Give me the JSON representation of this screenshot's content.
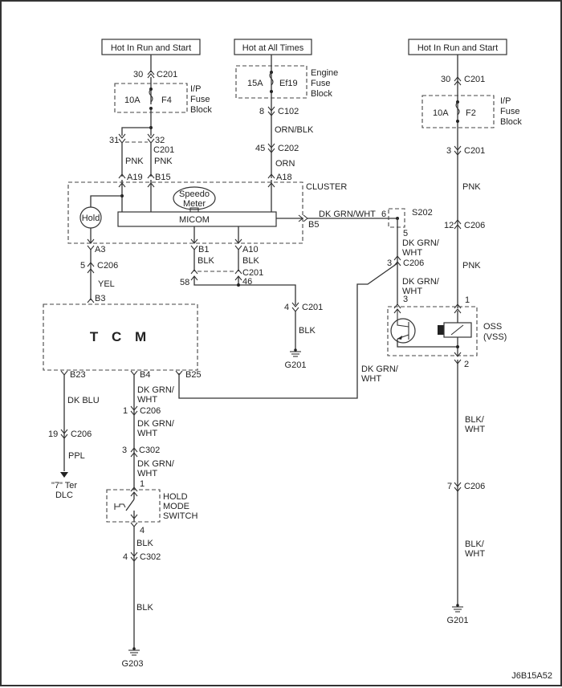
{
  "diagram": {
    "figure_id": "J6B15A52",
    "power_sources": [
      {
        "label": "Hot In Run and Start"
      },
      {
        "label": "Hot at All Times"
      },
      {
        "label": "Hot In Run and Start"
      }
    ],
    "fuse_blocks": [
      {
        "rating": "10A",
        "fuse": "F4",
        "block_label": [
          "I/P",
          "Fuse",
          "Block"
        ]
      },
      {
        "rating": "15A",
        "fuse": "Ef19",
        "block_label": [
          "Engine",
          "Fuse",
          "Block"
        ]
      },
      {
        "rating": "10A",
        "fuse": "F2",
        "block_label": [
          "I/P",
          "Fuse",
          "Block"
        ]
      }
    ],
    "connectors": {
      "c201_30_left": {
        "pin": "30",
        "name": "C201"
      },
      "c201_31": {
        "pin": "31"
      },
      "c201_32": {
        "pin": "32",
        "name": "C201"
      },
      "c102_8": {
        "pin": "8",
        "name": "C102"
      },
      "c202_45": {
        "pin": "45",
        "name": "C202"
      },
      "c201_30_right": {
        "pin": "30",
        "name": "C201"
      },
      "c201_3": {
        "pin": "3",
        "name": "C201"
      },
      "c206_12": {
        "pin": "12",
        "name": "C206"
      },
      "c206_5": {
        "pin": "5",
        "name": "C206"
      },
      "c201_58": {
        "pin": "58"
      },
      "c201_46": {
        "pin": "46",
        "name": "C201"
      },
      "c201_4": {
        "pin": "4",
        "name": "C201"
      },
      "c206_3": {
        "pin": "3",
        "name": "C206"
      },
      "c206_1": {
        "pin": "1",
        "name": "C206"
      },
      "c206_19": {
        "pin": "19",
        "name": "C206"
      },
      "c302_3": {
        "pin": "3",
        "name": "C302"
      },
      "c302_4": {
        "pin": "4",
        "name": "C302"
      },
      "c206_7": {
        "pin": "7",
        "name": "C206"
      }
    },
    "wires": {
      "pnk_a19": "PNK",
      "pnk_b15": "PNK",
      "orn_blk": "ORN/BLK",
      "orn": "ORN",
      "pnk_right_1": "PNK",
      "pnk_right_2": "PNK",
      "dkgrn_b5": "DK GRN/WHT",
      "dkgrn_s202_a": [
        "DK GRN/",
        "WHT"
      ],
      "dkgrn_s202_b": [
        "DK GRN/",
        "WHT"
      ],
      "dkgrn_b25": [
        "DK GRN/",
        "WHT"
      ],
      "yel": "YEL",
      "blk_b1": "BLK",
      "blk_a10": "BLK",
      "blk_g201": "BLK",
      "dk_blu": "DK BLU",
      "ppl": "PPL",
      "dkgrn_b4_a": [
        "DK GRN/",
        "WHT"
      ],
      "dkgrn_b4_b": [
        "DK GRN/",
        "WHT"
      ],
      "dkgrn_b4_c": [
        "DK GRN/",
        "WHT"
      ],
      "blk_hold_1": "BLK",
      "blk_hold_2": "BLK",
      "blkwht_1": [
        "BLK/",
        "WHT"
      ],
      "blkwht_2": [
        "BLK/",
        "WHT"
      ]
    },
    "cluster": {
      "label": "CLUSTER",
      "micom": "MICOM",
      "speedo": [
        "Speedo",
        "Meter"
      ],
      "hold": "Hold",
      "pins": {
        "a19": "A19",
        "b15": "B15",
        "a18": "A18",
        "a3": "A3",
        "b1": "B1",
        "a10": "A10",
        "b5": "B5"
      }
    },
    "splice": {
      "name": "S202",
      "pin_in": "6",
      "pin_out": "5"
    },
    "tcm": {
      "label": "T C M",
      "pins": {
        "b3": "B3",
        "b23": "B23",
        "b4": "B4",
        "b25": "B25"
      }
    },
    "oss": {
      "label": [
        "OSS",
        "(VSS)"
      ],
      "pins": {
        "p3": "3",
        "p1": "1",
        "p2": "2"
      }
    },
    "hold_switch": {
      "label": [
        "HOLD",
        "MODE",
        "SWITCH"
      ],
      "pins": {
        "p1": "1",
        "p4": "4"
      }
    },
    "dlc": {
      "label": [
        "\"7\" Ter",
        "DLC"
      ]
    },
    "grounds": {
      "g201_mid": "G201",
      "g201_right": "G201",
      "g203": "G203"
    }
  }
}
